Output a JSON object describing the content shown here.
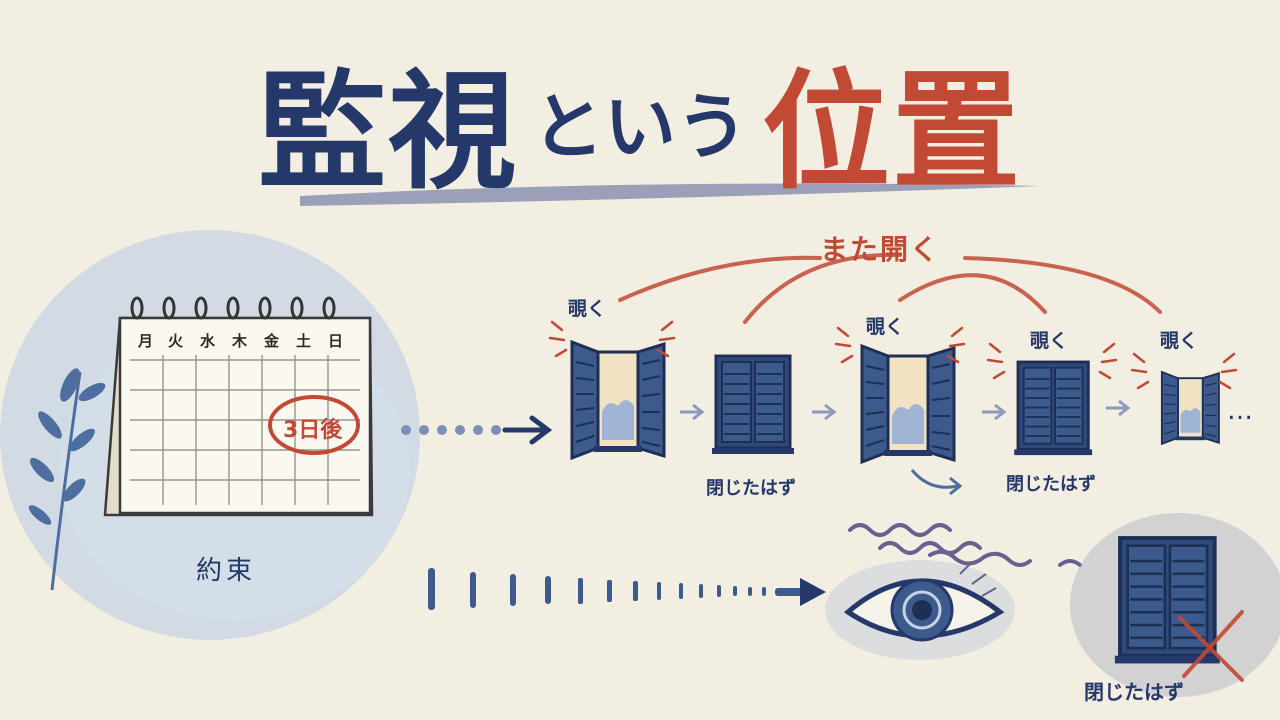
{
  "title": {
    "part1": "監視",
    "part2": "という",
    "part3": "位置"
  },
  "calendar": {
    "weekdays": [
      "月",
      "火",
      "水",
      "木",
      "金",
      "土",
      "日"
    ],
    "marked": "3日後",
    "caption": "約束"
  },
  "sequence": {
    "reopen_label": "また開く",
    "peek_label": "覗く",
    "closed_label": "閉じたはず",
    "ellipsis": "…"
  },
  "bottom": {
    "closed_label": "閉じたはず"
  },
  "colors": {
    "navy": "#25386a",
    "red": "#c24a35",
    "paper": "#f3eee2"
  }
}
